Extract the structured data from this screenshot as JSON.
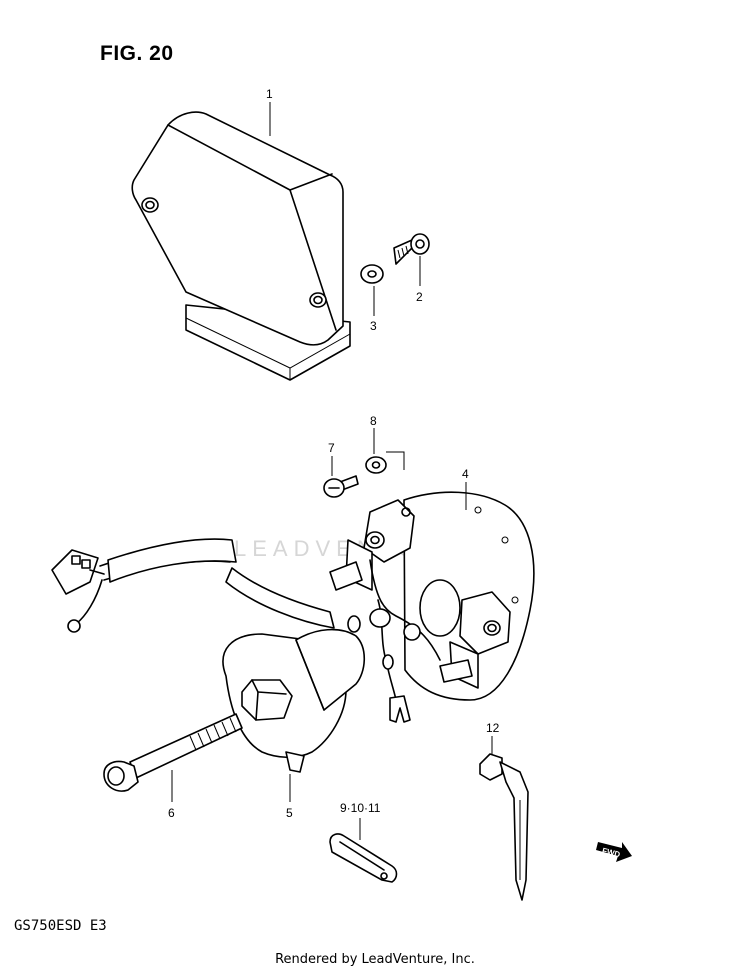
{
  "figure": {
    "title": "FIG. 20",
    "model_code": "GS750ESD  E3",
    "footer": "Rendered by LeadVenture, Inc.",
    "watermark": "LEADVENTURE",
    "fwd_label": "FWD"
  },
  "callouts": {
    "p1": "1",
    "p2": "2",
    "p3": "3",
    "p4": "4",
    "p5": "5",
    "p6": "6",
    "p7": "7",
    "p8": "8",
    "p9_10_11": "9·10·11",
    "p12": "12"
  }
}
